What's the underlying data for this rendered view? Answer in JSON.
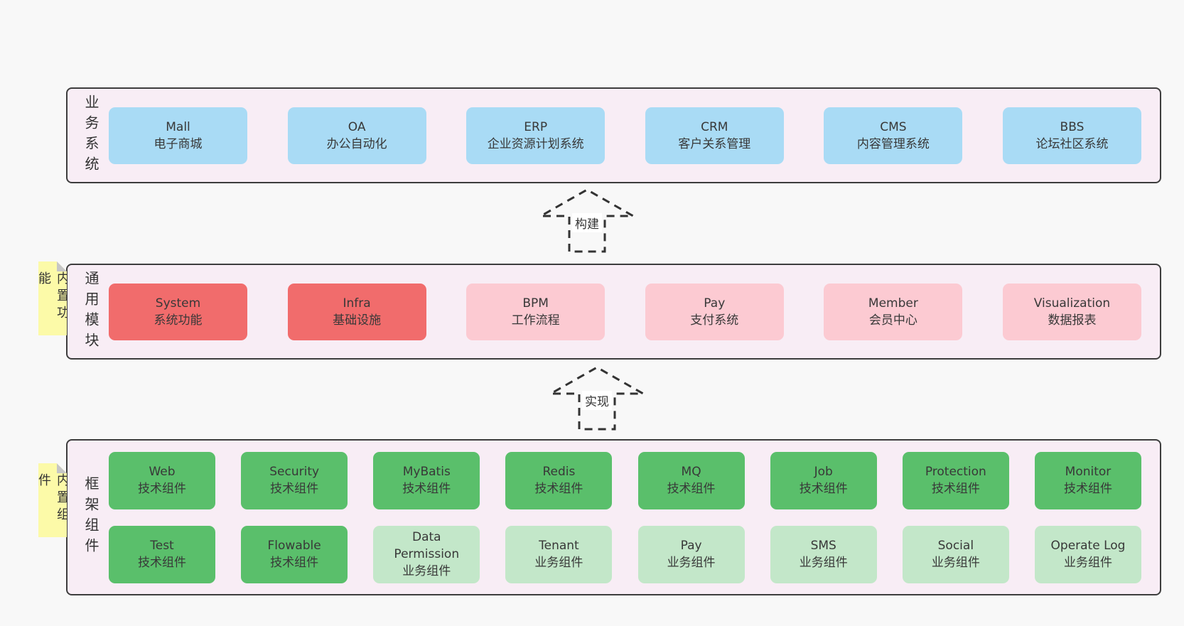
{
  "colors": {
    "page_bg": "#f8f8f8",
    "band_bg": "#f8edf5",
    "band_border": "#3d3d3d",
    "blue_box": "#a9dbf5",
    "red_box": "#f16c6c",
    "pink_box": "#fccad2",
    "green_dark_box": "#5abf6b",
    "green_light_box": "#c3e7c9",
    "note_bg": "#fcfaa8",
    "note_fold": "#c6c6c6",
    "text": "#383838",
    "arrow": "#333333"
  },
  "arrows": [
    {
      "label": "构建"
    },
    {
      "label": "实现"
    }
  ],
  "bands": [
    {
      "label": "业务系统",
      "boxes": [
        {
          "title": "Mall",
          "subtitle": "电子商城"
        },
        {
          "title": "OA",
          "subtitle": "办公自动化"
        },
        {
          "title": "ERP",
          "subtitle": "企业资源计划系统"
        },
        {
          "title": "CRM",
          "subtitle": "客户关系管理"
        },
        {
          "title": "CMS",
          "subtitle": "内容管理系统"
        },
        {
          "title": "BBS",
          "subtitle": "论坛社区系统"
        }
      ]
    },
    {
      "label": "通用模块",
      "note": "内置功能",
      "boxes": [
        {
          "title": "System",
          "subtitle": "系统功能"
        },
        {
          "title": "Infra",
          "subtitle": "基础设施"
        },
        {
          "title": "BPM",
          "subtitle": "工作流程"
        },
        {
          "title": "Pay",
          "subtitle": "支付系统"
        },
        {
          "title": "Member",
          "subtitle": "会员中心"
        },
        {
          "title": "Visualization",
          "subtitle": "数据报表"
        }
      ]
    },
    {
      "label": "框架组件",
      "note": "内置组件",
      "rows": [
        [
          {
            "title": "Web",
            "subtitle": "技术组件"
          },
          {
            "title": "Security",
            "subtitle": "技术组件"
          },
          {
            "title": "MyBatis",
            "subtitle": "技术组件"
          },
          {
            "title": "Redis",
            "subtitle": "技术组件"
          },
          {
            "title": "MQ",
            "subtitle": "技术组件"
          },
          {
            "title": "Job",
            "subtitle": "技术组件"
          },
          {
            "title": "Protection",
            "subtitle": "技术组件"
          },
          {
            "title": "Monitor",
            "subtitle": "技术组件"
          }
        ],
        [
          {
            "title": "Test",
            "subtitle": "技术组件"
          },
          {
            "title": "Flowable",
            "subtitle": "技术组件"
          },
          {
            "title": "Data Permission",
            "subtitle": "业务组件"
          },
          {
            "title": "Tenant",
            "subtitle": "业务组件"
          },
          {
            "title": "Pay",
            "subtitle": "业务组件"
          },
          {
            "title": "SMS",
            "subtitle": "业务组件"
          },
          {
            "title": "Social",
            "subtitle": "业务组件"
          },
          {
            "title": "Operate Log",
            "subtitle": "业务组件"
          }
        ]
      ]
    }
  ]
}
